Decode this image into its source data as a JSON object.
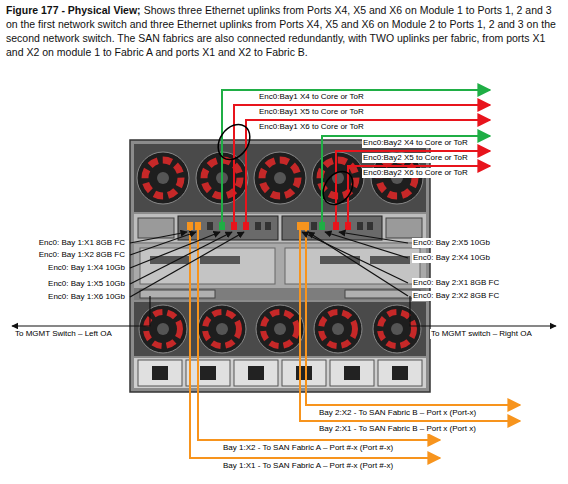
{
  "diagram": {
    "title": "Figure 177 - Physical View;",
    "caption": "Shows three Ethernet uplinks from Ports X4, X5 and X6 on Module 1 to Ports 1, 2 and 3 on the first network switch and three Ethernet uplinks from Ports X4, X5 and X6 on Module 2 to Ports 1, 2 and 3 on the second network switch.  The SAN fabrics are also connected redundantly, with TWO uplinks per fabric, from ports X1 and X2 on module 1 to Fabric A and ports X1 and X2 to Fabric B.",
    "labels": [
      "Enc0:Bay1 X4 to Core or ToR",
      "Enc0:Bay1 X5 to Core or ToR",
      "Enc0:Bay1 X6 to Core or ToR",
      "Enc0:Bay2 X4 to Core or ToR",
      "Enc0:Bay2 X5 to Core or ToR",
      "Enc0:Bay2 X6 to Core or ToR",
      "Enc0: Bay 1:X1 8GB FC",
      "Enc0: Bay 2:X5 10Gb",
      "Enc0: Bay 1:X2 8GB FC",
      "Enc0: Bay 2:X4 10Gb",
      "Enc0: Bay 1:X4 10Gb",
      "Enc0: Bay 2:X1 8GB FC",
      "Enc0: Bay 1:X5 10Gb",
      "Enc0: Bay 2:X2 8GB FC",
      "Enc0: Bay 1:X6 10Gb",
      "To MGMT Switch – Left OA",
      "To MGMT switch – Right OA",
      "Bay 2:X2 - To SAN Fabric B – Port x (Port-x)",
      "Bay 2:X1 - To SAN Fabric B – Port x (Port x)",
      "Bay 1:X2 - To SAN Fabric A – Port #-x (Port #-x)",
      "Bay 1:X1 - To SAN Fabric A – Port #-x (Port #-x)"
    ]
  }
}
